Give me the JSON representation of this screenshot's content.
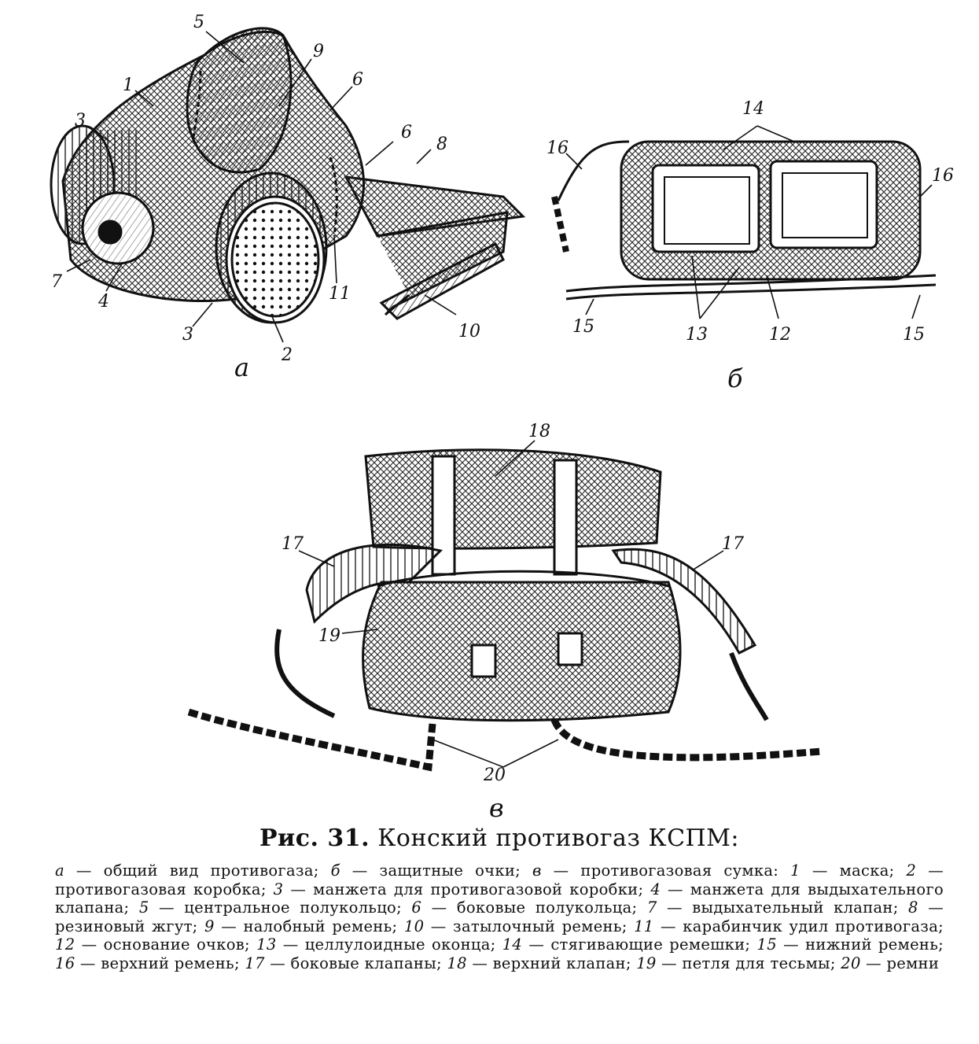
{
  "figure": {
    "label_a": "а",
    "label_b": "б",
    "label_c": "в",
    "callouts": {
      "n1": "1",
      "n2": "2",
      "n3a": "3",
      "n3b": "3",
      "n4": "4",
      "n5": "5",
      "n6a": "6",
      "n6b": "6",
      "n7": "7",
      "n8": "8",
      "n9": "9",
      "n10": "10",
      "n11": "11",
      "n12": "12",
      "n13": "13",
      "n14": "14",
      "n15a": "15",
      "n15b": "15",
      "n16a": "16",
      "n16b": "16",
      "n17a": "17",
      "n17b": "17",
      "n18": "18",
      "n19": "19",
      "n20": "20"
    }
  },
  "caption": {
    "fig_no": "Рис. 31.",
    "title": "Конский противогаз КСПМ:",
    "legend": [
      {
        "k": "а",
        "t": "общий вид противогаза;"
      },
      {
        "k": "б",
        "t": "защитные очки;"
      },
      {
        "k": "в",
        "t": "противогазовая сумка:"
      },
      {
        "k": "1",
        "t": "маска;"
      },
      {
        "k": "2",
        "t": "противогазовая коробка;"
      },
      {
        "k": "3",
        "t": "манжета для противогазовой коробки;"
      },
      {
        "k": "4",
        "t": "манжета для выдыхательного клапана;"
      },
      {
        "k": "5",
        "t": "центральное полукольцо;"
      },
      {
        "k": "6",
        "t": "боковые полукольца;"
      },
      {
        "k": "7",
        "t": "выдыхательный клапан;"
      },
      {
        "k": "8",
        "t": "резиновый жгут;"
      },
      {
        "k": "9",
        "t": "налобный ремень;"
      },
      {
        "k": "10",
        "t": "затылочный ремень;"
      },
      {
        "k": "11",
        "t": "карабинчик удил противогаза;"
      },
      {
        "k": "12",
        "t": "основание очков;"
      },
      {
        "k": "13",
        "t": "целлулоидные оконца;"
      },
      {
        "k": "14",
        "t": "стягивающие ремешки;"
      },
      {
        "k": "15",
        "t": "нижний ремень;"
      },
      {
        "k": "16",
        "t": "верхний ремень;"
      },
      {
        "k": "17",
        "t": "боковые клапаны;"
      },
      {
        "k": "18",
        "t": "верхний клапан;"
      },
      {
        "k": "19",
        "t": "петля для тесьмы;"
      },
      {
        "k": "20",
        "t": "ремни"
      }
    ]
  }
}
